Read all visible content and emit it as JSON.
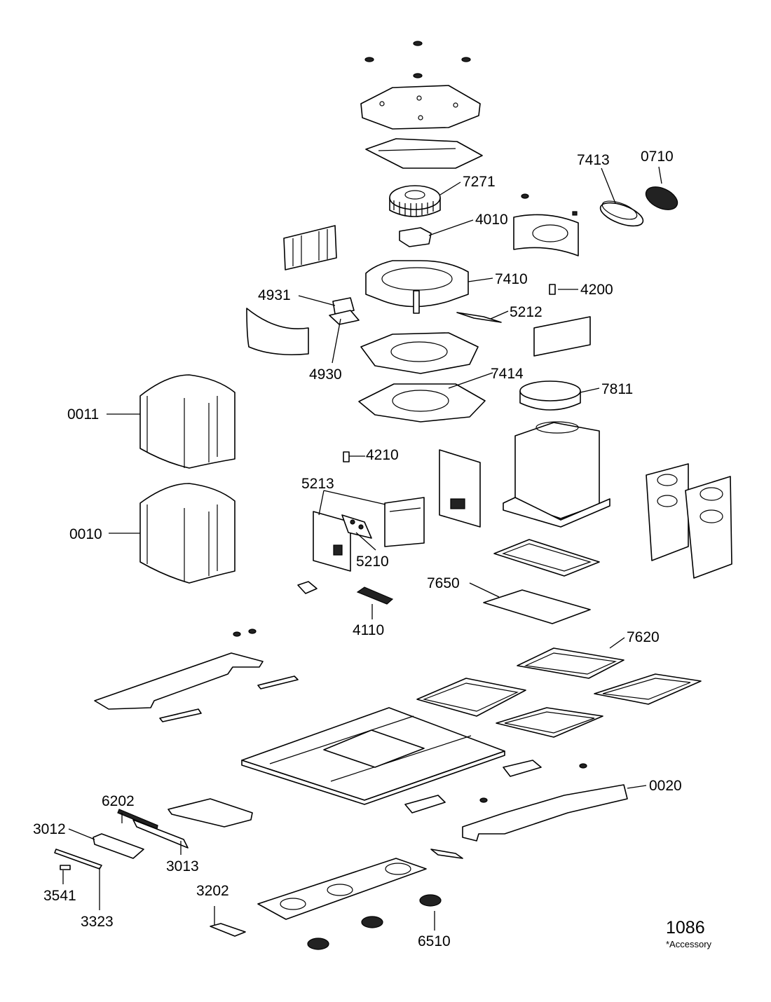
{
  "diagram": {
    "model_number": "1086",
    "accessory_note": "*Accessory",
    "part_labels": [
      {
        "id": "0710",
        "text": "0710"
      },
      {
        "id": "7413",
        "text": "7413"
      },
      {
        "id": "7271",
        "text": "7271"
      },
      {
        "id": "4010",
        "text": "4010"
      },
      {
        "id": "7410",
        "text": "7410"
      },
      {
        "id": "4200",
        "text": "4200"
      },
      {
        "id": "4931",
        "text": "4931"
      },
      {
        "id": "5212",
        "text": "5212"
      },
      {
        "id": "4930",
        "text": "4930"
      },
      {
        "id": "7414",
        "text": "7414"
      },
      {
        "id": "7811",
        "text": "7811"
      },
      {
        "id": "0011",
        "text": "0011"
      },
      {
        "id": "4210",
        "text": "4210"
      },
      {
        "id": "5213",
        "text": "5213"
      },
      {
        "id": "0010",
        "text": "0010"
      },
      {
        "id": "5210",
        "text": "5210"
      },
      {
        "id": "7650",
        "text": "7650"
      },
      {
        "id": "4110",
        "text": "4110"
      },
      {
        "id": "7620",
        "text": "7620"
      },
      {
        "id": "0020",
        "text": "0020"
      },
      {
        "id": "6202",
        "text": "6202"
      },
      {
        "id": "3012",
        "text": "3012"
      },
      {
        "id": "3013",
        "text": "3013"
      },
      {
        "id": "3202",
        "text": "3202"
      },
      {
        "id": "3541",
        "text": "3541"
      },
      {
        "id": "3323",
        "text": "3323"
      },
      {
        "id": "6510",
        "text": "6510"
      }
    ]
  }
}
